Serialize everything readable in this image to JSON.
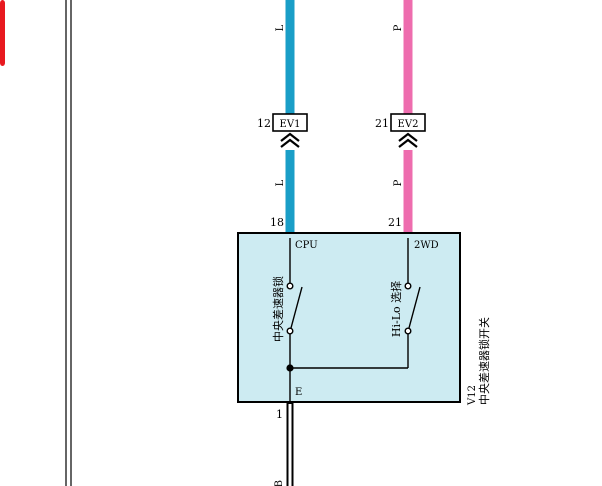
{
  "wires": {
    "ev1": {
      "color_code_top": "L",
      "color_code_bottom": "L",
      "color": "#1a9ec7",
      "connector": "EV1",
      "connector_pin": "12",
      "module_pin": "18"
    },
    "ev2": {
      "color_code_top": "P",
      "color_code_bottom": "P",
      "color": "#ee6cae",
      "connector": "EV2",
      "connector_pin": "21",
      "module_pin": "21"
    },
    "ground": {
      "pin": "1",
      "color_code": "B"
    }
  },
  "module": {
    "id": "V12",
    "name": "中央差速器锁开关",
    "fill": "#cdebf2",
    "terminals": {
      "cpu": "CPU",
      "two_wd": "2WD",
      "e": "E"
    },
    "switches": {
      "center_lock": "中央差速器锁",
      "hi_lo": "Hi-Lo 选择"
    }
  },
  "colors": {
    "accent_red": "#e8191f"
  }
}
